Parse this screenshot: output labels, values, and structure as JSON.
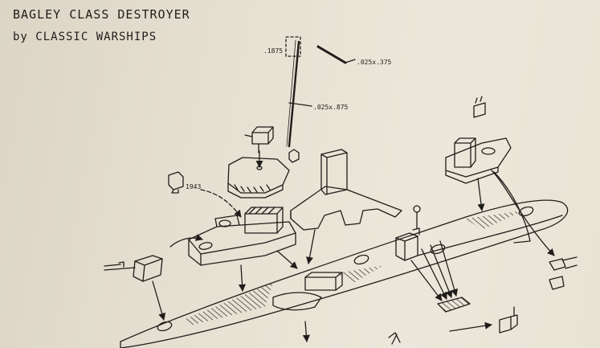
{
  "title": {
    "line1": "BAGLEY CLASS DESTROYER",
    "line2": "by CLASSIC WARSHIPS"
  },
  "labels": {
    "mast_dimension": ".1875",
    "yardarm_stock": ".025x.375",
    "mast_stock": ".025x.875",
    "rangefinder_year": "1943"
  },
  "colors": {
    "paper": "#e8e2d4",
    "ink": "#1f1d1a"
  }
}
